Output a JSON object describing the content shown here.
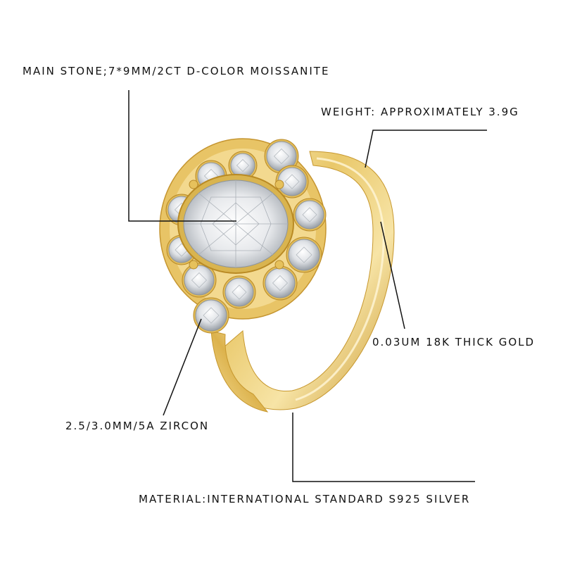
{
  "annotations": {
    "main_stone": "MAIN STONE;7*9MM/2CT D-COLOR MOISSANITE",
    "weight": "WEIGHT: APPROXIMATELY 3.9G",
    "gold_plating": "0.03UM 18K THICK GOLD",
    "zircon": "2.5/3.0MM/5A ZIRCON",
    "material": "MATERIAL:INTERNATIONAL STANDARD S925 SILVER"
  },
  "colors": {
    "gold_light": "#f6e3a3",
    "gold_mid": "#e3bf5c",
    "gold_dark": "#b88a2a",
    "stone": "#eef0f2",
    "leader": "#111111"
  }
}
